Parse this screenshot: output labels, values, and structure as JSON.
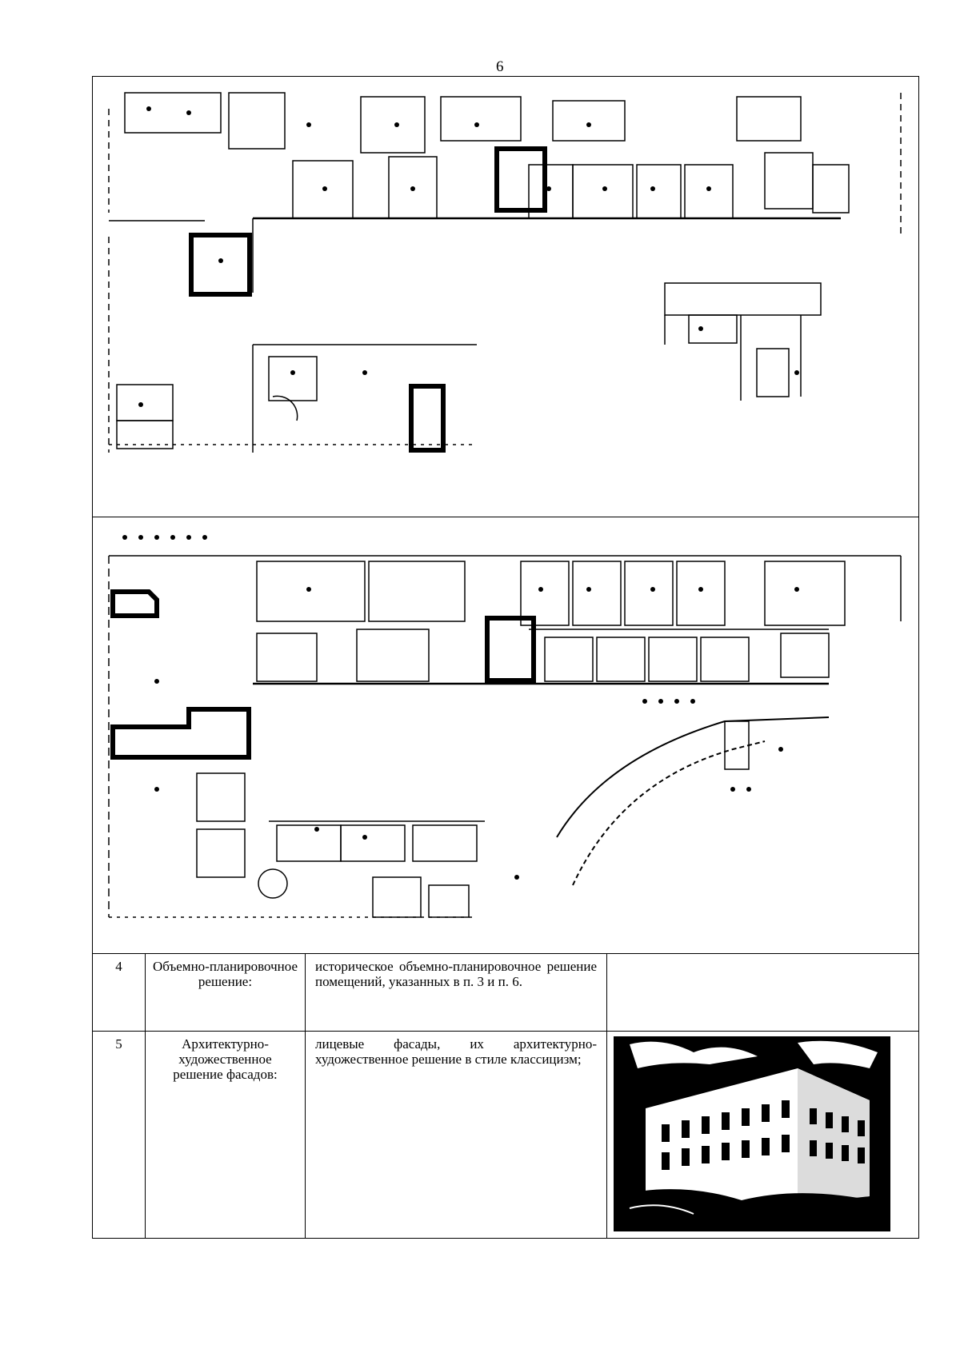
{
  "page_number": "6",
  "rows": [
    {
      "num": "4",
      "name": "Объемно-планировочное решение:",
      "description": "историческое объемно-планировочное решение помещений, указанных в п. 3 и п. 6."
    },
    {
      "num": "5",
      "name": "Архитектурно-художественное решение фасадов:",
      "description": "лицевые фасады, их архитектурно-художественное решение в стиле классицизм;"
    }
  ]
}
